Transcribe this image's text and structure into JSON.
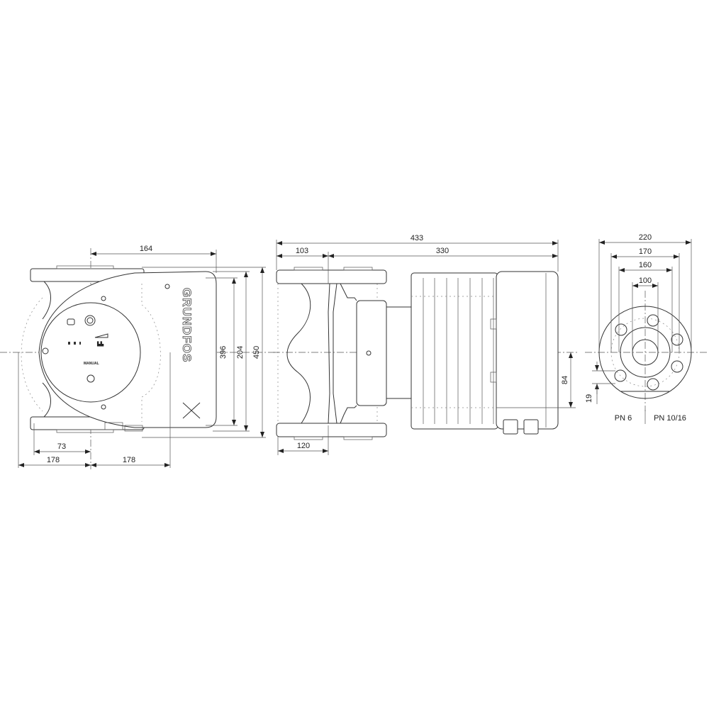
{
  "front_view": {
    "brand_logo": "GRUNDFOS",
    "panel_label": "MANUAL",
    "dims": {
      "width_to_front": "164",
      "height_inner": "396",
      "height_mid": "204",
      "height_total": "450",
      "offset_left": "73",
      "half_left": "178",
      "half_right": "178"
    }
  },
  "side_view": {
    "dims": {
      "overall_length": "433",
      "flange_to_axis": "103",
      "axis_to_end": "330",
      "port_to_axis": "120",
      "axis_to_base": "84"
    }
  },
  "flange_view": {
    "dims": {
      "outer_dia": "220",
      "bolt_circle_pn10": "170",
      "bolt_circle_pn6": "160",
      "bore": "100",
      "bolt_hole": "19"
    },
    "labels": {
      "left": "PN 6",
      "right": "PN 10/16"
    }
  },
  "colors": {
    "line": "#333333",
    "background": "#ffffff"
  }
}
